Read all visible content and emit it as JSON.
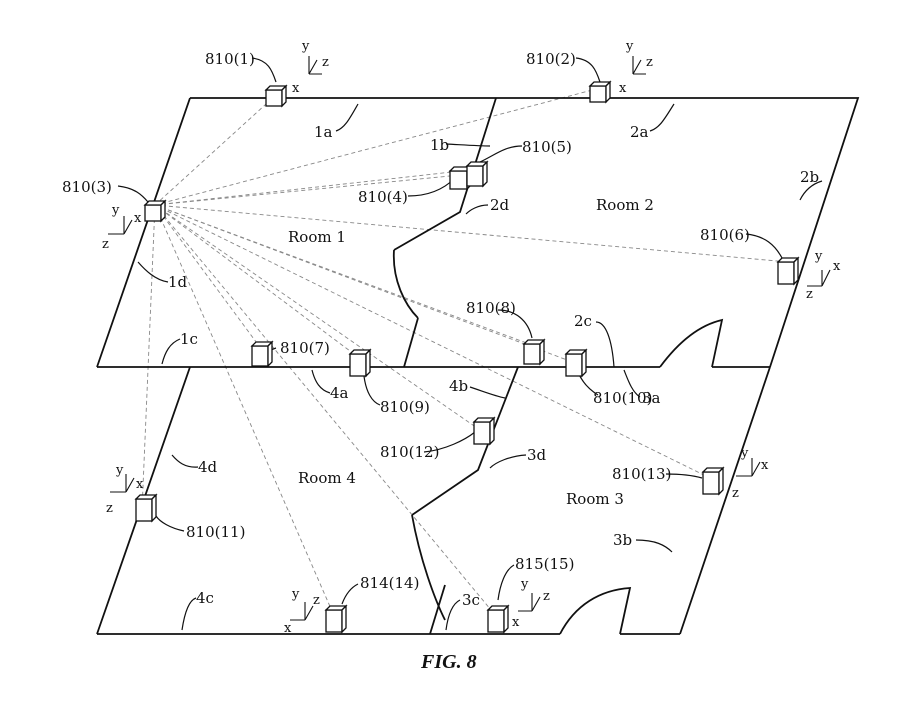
{
  "figure": {
    "caption": "FIG. 8",
    "rooms": {
      "room1": "Room 1",
      "room2": "Room 2",
      "room3": "Room 3",
      "room4": "Room 4"
    },
    "devices": {
      "d1": "810(1)",
      "d2": "810(2)",
      "d3": "810(3)",
      "d4": "810(4)",
      "d5": "810(5)",
      "d6": "810(6)",
      "d7": "810(7)",
      "d8": "810(8)",
      "d9": "810(9)",
      "d10": "810(10)",
      "d11": "810(11)",
      "d12": "810(12)",
      "d13": "810(13)",
      "d14": "814(14)",
      "d15": "815(15)"
    },
    "walls": {
      "w1a": "1a",
      "w1b": "1b",
      "w1c": "1c",
      "w1d": "1d",
      "w2a": "2a",
      "w2b": "2b",
      "w2c": "2c",
      "w2d": "2d",
      "w3a": "3a",
      "w3b": "3b",
      "w3c": "3c",
      "w3d": "3d",
      "w4a": "4a",
      "w4b": "4b",
      "w4c": "4c",
      "w4d": "4d"
    },
    "axes": {
      "x": "x",
      "y": "y",
      "z": "z"
    }
  }
}
